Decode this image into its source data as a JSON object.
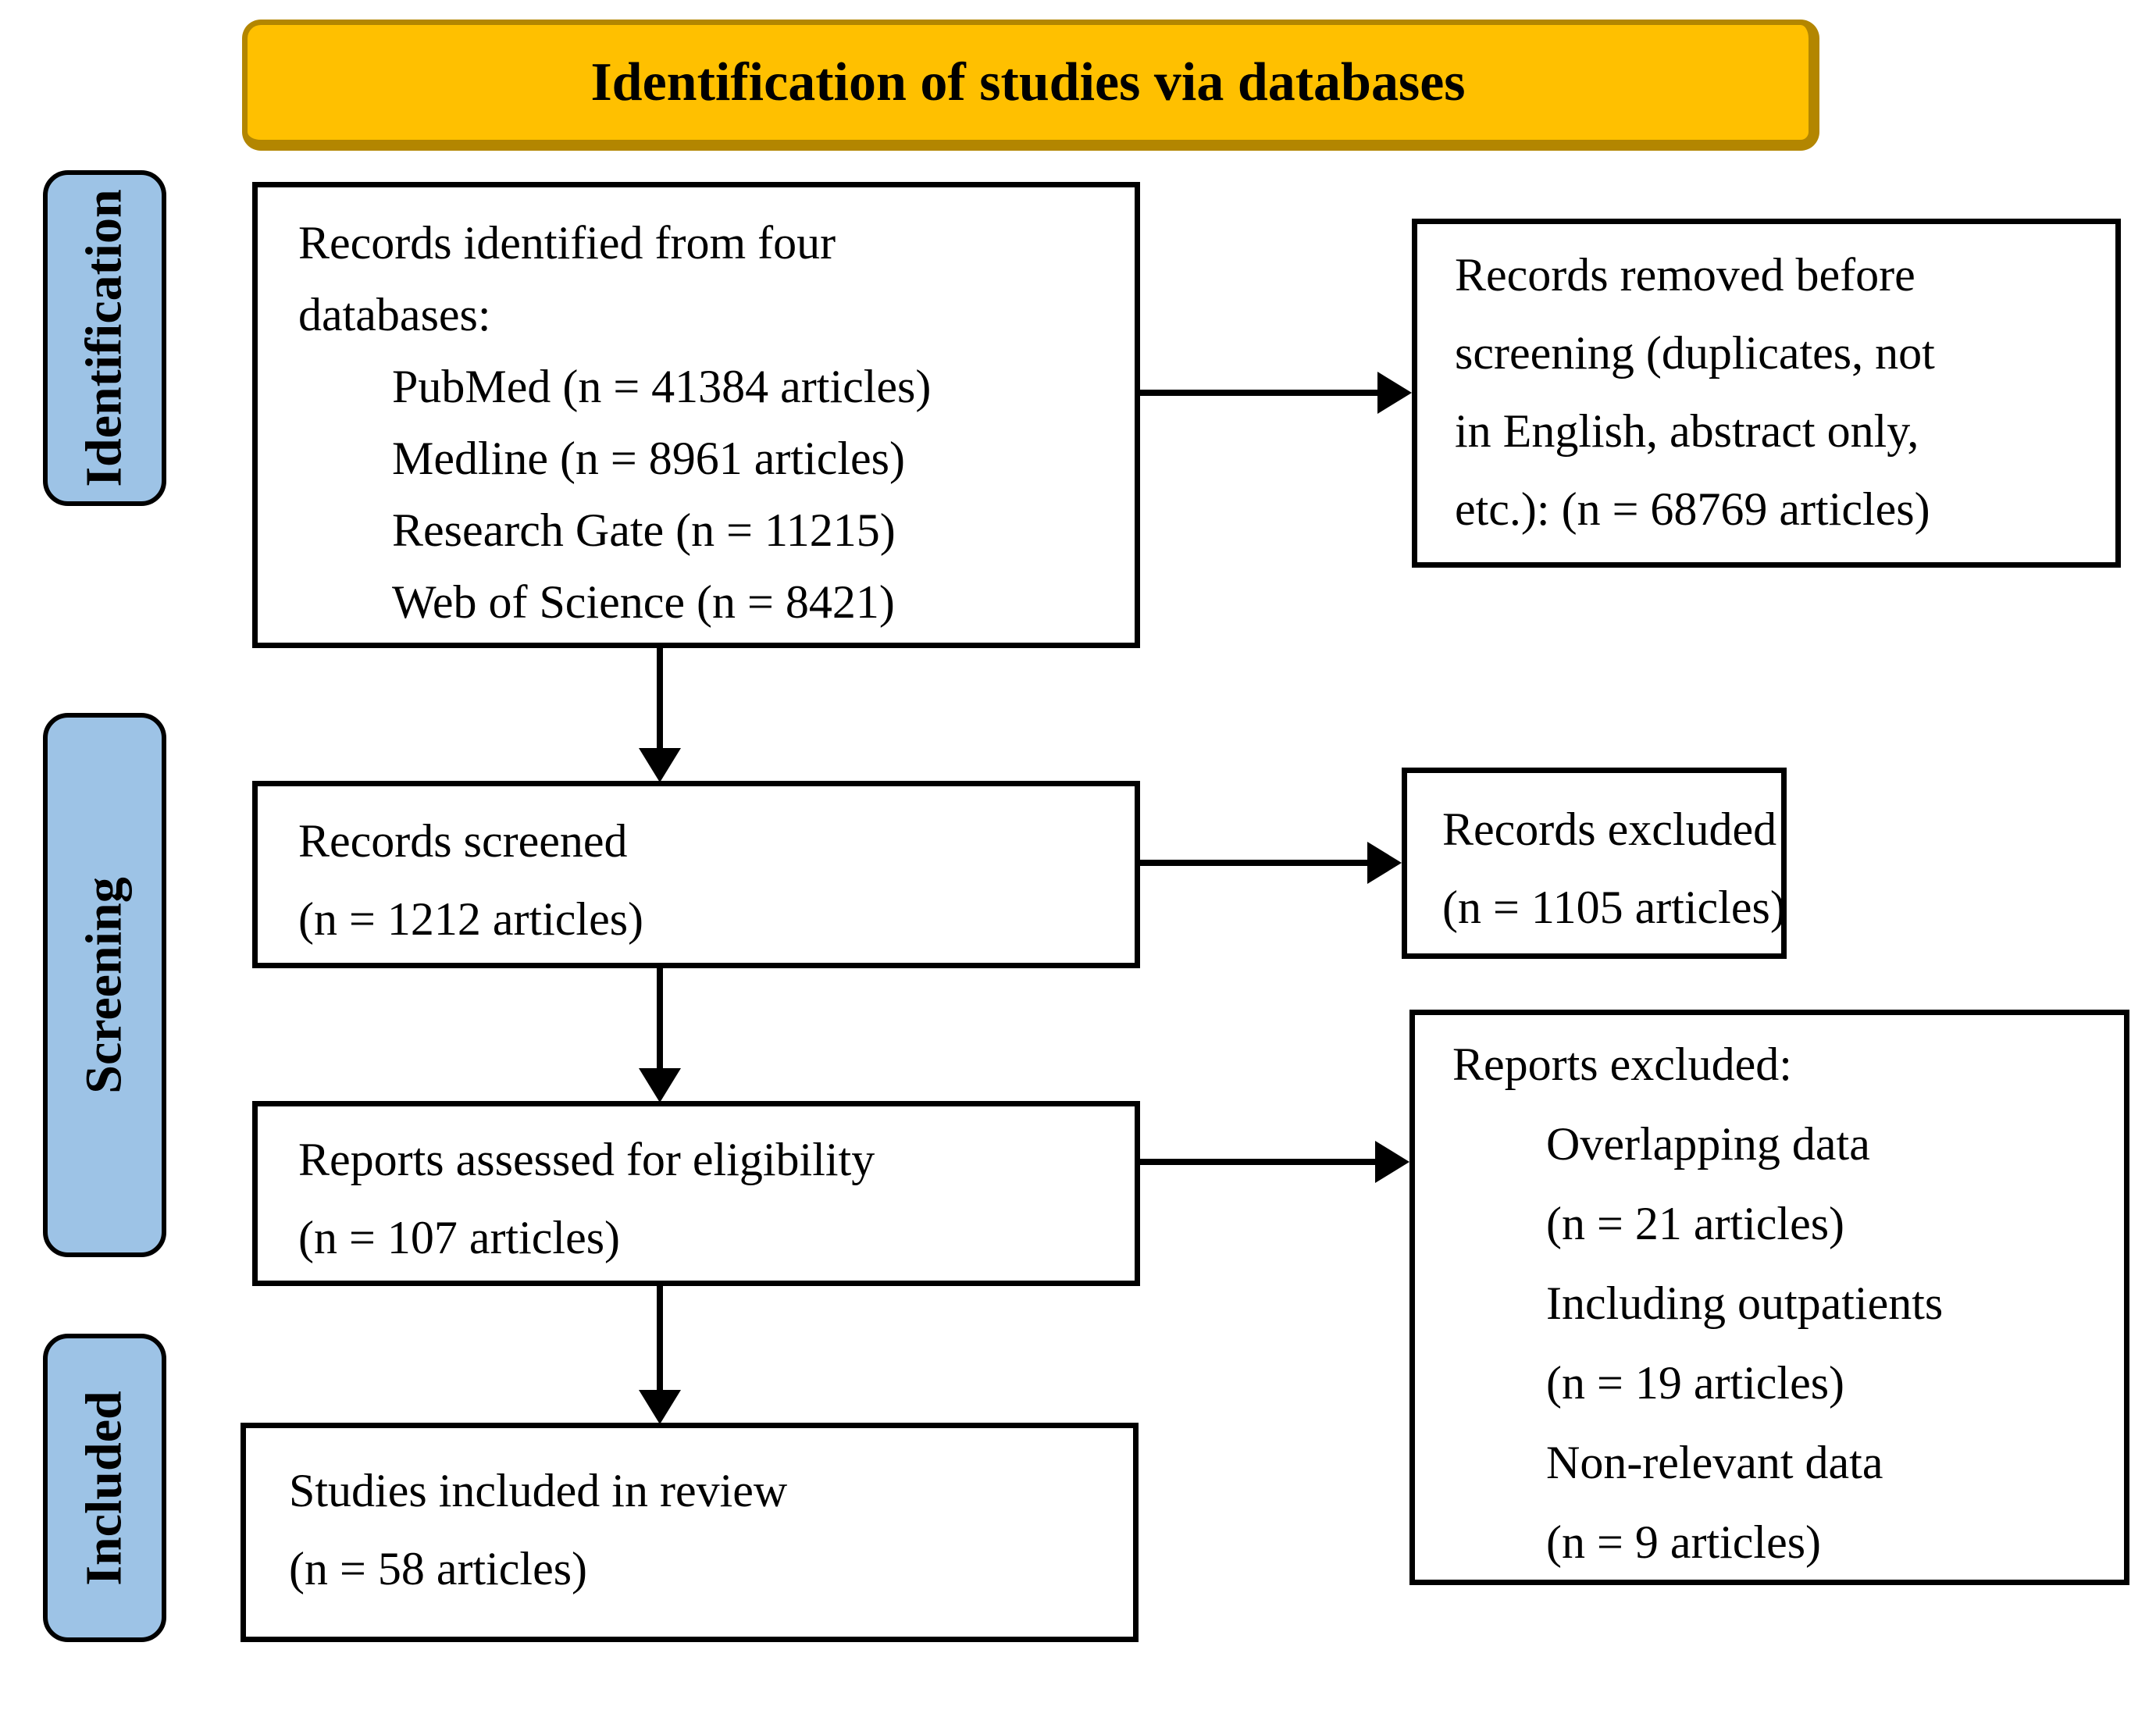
{
  "banner": {
    "title": "Identification of studies via databases"
  },
  "stages": [
    {
      "label": "Identification"
    },
    {
      "label": "Screening"
    },
    {
      "label": "Included"
    }
  ],
  "flow": {
    "records_identified": {
      "lines": [
        {
          "text": "Records identified from four",
          "indent": false
        },
        {
          "text": "databases:",
          "indent": false
        },
        {
          "text": "PubMed (n = 41384 articles)",
          "indent": true
        },
        {
          "text": "Medline (n = 8961 articles)",
          "indent": true
        },
        {
          "text": "Research Gate (n = 11215)",
          "indent": true
        },
        {
          "text": "Web of Science (n = 8421)",
          "indent": true
        }
      ]
    },
    "records_removed": {
      "lines": [
        {
          "text": "Records removed before",
          "indent": false
        },
        {
          "text": "screening (duplicates, not",
          "indent": false
        },
        {
          "text": "in English, abstract only,",
          "indent": false
        },
        {
          "text": "etc.): (n = 68769 articles)",
          "indent": false
        }
      ]
    },
    "records_screened": {
      "lines": [
        {
          "text": "Records screened",
          "indent": false
        },
        {
          "text": "(n = 1212 articles)",
          "indent": false
        }
      ]
    },
    "records_excluded": {
      "lines": [
        {
          "text": "Records excluded",
          "indent": false
        },
        {
          "text": "(n = 1105 articles)",
          "indent": false
        }
      ]
    },
    "reports_assessed": {
      "lines": [
        {
          "text": "Reports assessed for eligibility",
          "indent": false
        },
        {
          "text": "(n = 107 articles)",
          "indent": false
        }
      ]
    },
    "reports_excluded": {
      "lines": [
        {
          "text": "Reports excluded:",
          "indent": false
        },
        {
          "text": "Overlapping data",
          "indent": true
        },
        {
          "text": "(n = 21 articles)",
          "indent": true
        },
        {
          "text": "Including outpatients",
          "indent": true
        },
        {
          "text": "(n = 19 articles)",
          "indent": true
        },
        {
          "text": "Non-relevant data",
          "indent": true
        },
        {
          "text": "(n = 9 articles)",
          "indent": true
        }
      ]
    },
    "studies_included": {
      "lines": [
        {
          "text": "Studies included in review",
          "indent": false
        },
        {
          "text": "(n = 58 articles)",
          "indent": false
        }
      ]
    }
  },
  "colors": {
    "banner_fill": "#FFC000",
    "banner_border": "#B38600",
    "stage_fill": "#9DC3E6",
    "box_border": "#000000",
    "text": "#000000",
    "background": "#FFFFFF"
  }
}
